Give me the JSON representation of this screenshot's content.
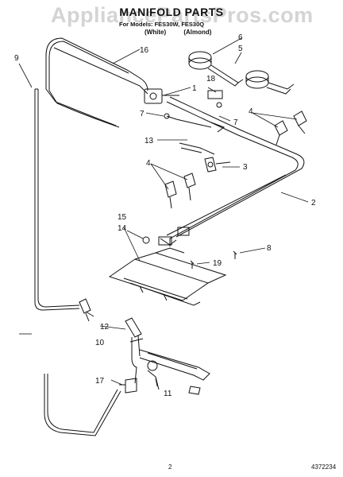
{
  "watermark": "AppliancePartsPros.com",
  "header": {
    "title": "MANIFOLD PARTS",
    "models": "For Models: FES30W, FES30Q",
    "variants": [
      "(White)",
      "(Almond)"
    ]
  },
  "callouts": [
    "1",
    "2",
    "3",
    "4",
    "4",
    "5",
    "6",
    "7",
    "7",
    "8",
    "9",
    "10",
    "11",
    "12",
    "13",
    "14",
    "15",
    "16",
    "17",
    "18",
    "19"
  ],
  "footer": {
    "page": "2",
    "doc": "4372234"
  }
}
